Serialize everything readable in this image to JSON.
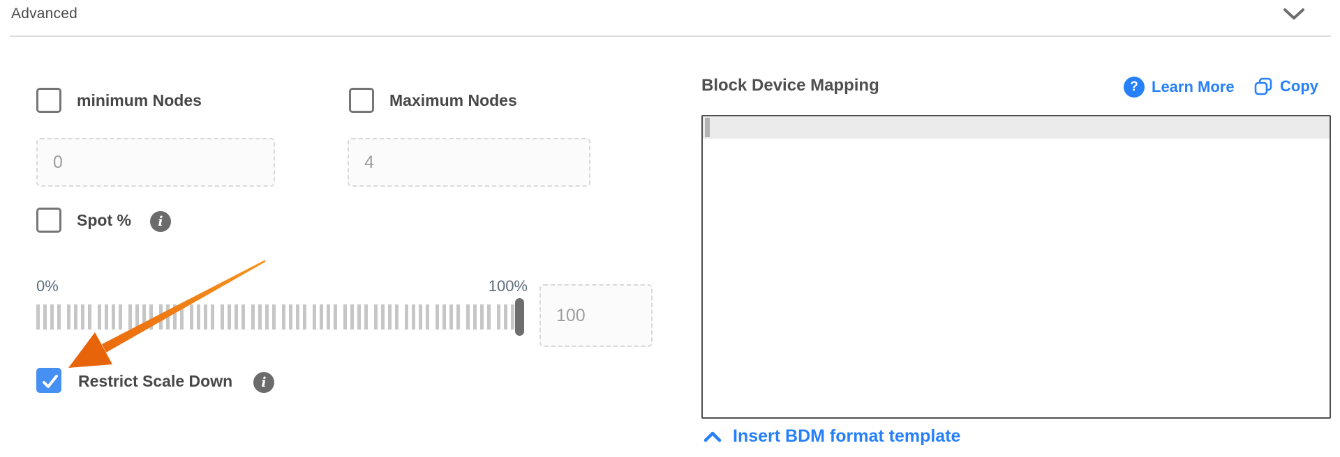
{
  "colors": {
    "accent_blue": "#2680fa",
    "checkbox_checked_blue": "#4690f4",
    "arrow_orange": "#ed6c0c",
    "info_icon_gray": "#6b6b6b",
    "slider_label_slate": "#5c6b7a"
  },
  "header": {
    "title": "Advanced"
  },
  "form": {
    "min_nodes": {
      "label": "minimum Nodes",
      "checked": false,
      "placeholder": "0"
    },
    "max_nodes": {
      "label": "Maximum Nodes",
      "checked": false,
      "placeholder": "4"
    },
    "spot": {
      "label": "Spot %",
      "checked": false
    },
    "spot_slider": {
      "min_label": "0%",
      "max_label": "100%",
      "placeholder": "100",
      "value_percent": 100
    },
    "restrict_scale_down": {
      "label": "Restrict Scale Down",
      "checked": true
    }
  },
  "bdm": {
    "title": "Block Device Mapping",
    "learn_more_label": "Learn More",
    "copy_label": "Copy",
    "editor_value": "",
    "insert_template_label": "Insert BDM format template"
  },
  "icons": {
    "info_glyph": "i",
    "question_glyph": "?"
  }
}
